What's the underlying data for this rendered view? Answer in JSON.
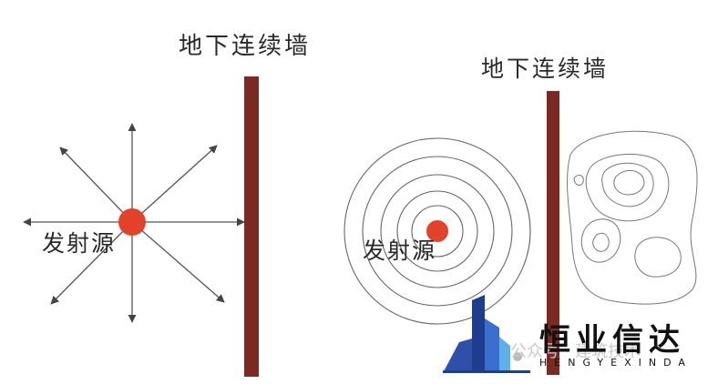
{
  "left_panel": {
    "wall_label": "地下连续墙",
    "source_label": "发射源"
  },
  "right_panel": {
    "wall_label": "地下连续墙",
    "source_label": "发射源"
  },
  "watermark": {
    "text": "公众号 · 建筑技术",
    "brand_name": "恒业信达",
    "brand_sub": "HENGYEXINDA"
  },
  "colors": {
    "wall": "#7a2a22",
    "source": "#e2412a",
    "lines": "#555555",
    "logo_blue": "#1f3d8f"
  }
}
